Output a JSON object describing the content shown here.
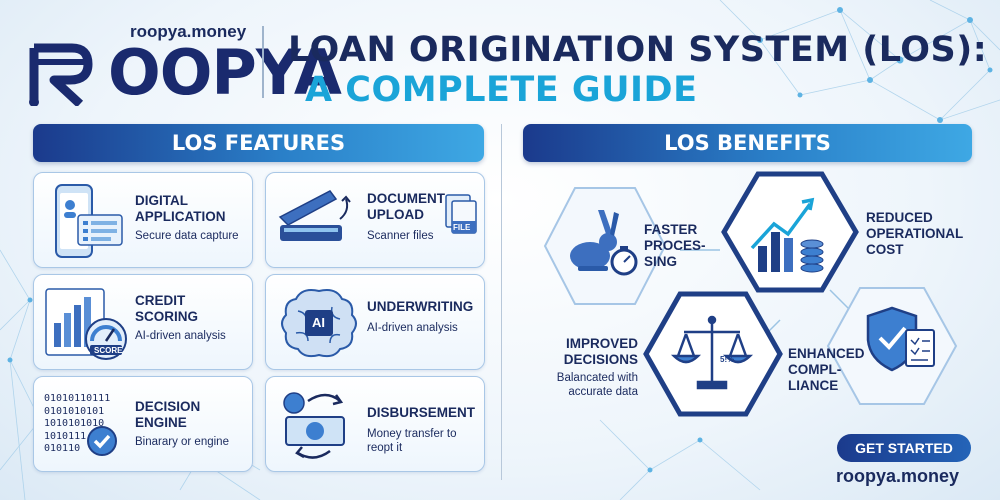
{
  "brand": {
    "url": "roopya.money",
    "wordmark": "OOPYA"
  },
  "title": {
    "line1": "LOAN ORIGINATION SYSTEM (LOS):",
    "line2": "A COMPLETE GUIDE"
  },
  "features": {
    "heading": "LOS FEATURES",
    "items": [
      {
        "title": "DIGITAL APPLICATION",
        "subtitle": "Secure data capture",
        "icon": "phone-form-icon"
      },
      {
        "title": "DOCUMENT UPLOAD",
        "subtitle": "Scanner files",
        "icon": "scanner-icon",
        "badge": "FILE"
      },
      {
        "title": "CREDIT SCORING",
        "subtitle": "AI-driven analysis",
        "icon": "score-gauge-icon",
        "badge": "SCORE"
      },
      {
        "title": "UNDERWRITING",
        "subtitle": "AI-driven analysis",
        "icon": "ai-brain-icon",
        "badge": "AI"
      },
      {
        "title": "DECISION ENGINE",
        "subtitle": "Binarary or engine",
        "icon": "binary-check-icon",
        "binary": [
          "01010110111",
          "0101010101",
          "1010101010",
          "1010111",
          "010110"
        ]
      },
      {
        "title": "DISBURSEMENT",
        "subtitle": "Money transfer to reopt it",
        "icon": "money-transfer-icon"
      }
    ]
  },
  "benefits": {
    "heading": "LOS BENEFITS",
    "items": [
      {
        "title": "FASTER PROCES- SING",
        "icon": "rabbit-stopwatch-icon"
      },
      {
        "title": "REDUCED OPERATIONAL COST",
        "icon": "coins-growth-icon"
      },
      {
        "title": "IMPROVED DECISIONS",
        "subtitle": "Balancated with accurate data",
        "icon": "scales-icon",
        "badge": "5!%"
      },
      {
        "title": "ENHANCED COMPL- LIANCE",
        "icon": "shield-checklist-icon"
      }
    ]
  },
  "cta": {
    "label": "GET STARTED",
    "url": "roopya.money"
  },
  "colors": {
    "navy": "#1a2a5e",
    "accent": "#1aa4d8",
    "banner_start": "#1b3a8c",
    "banner_end": "#3ea8e4"
  }
}
